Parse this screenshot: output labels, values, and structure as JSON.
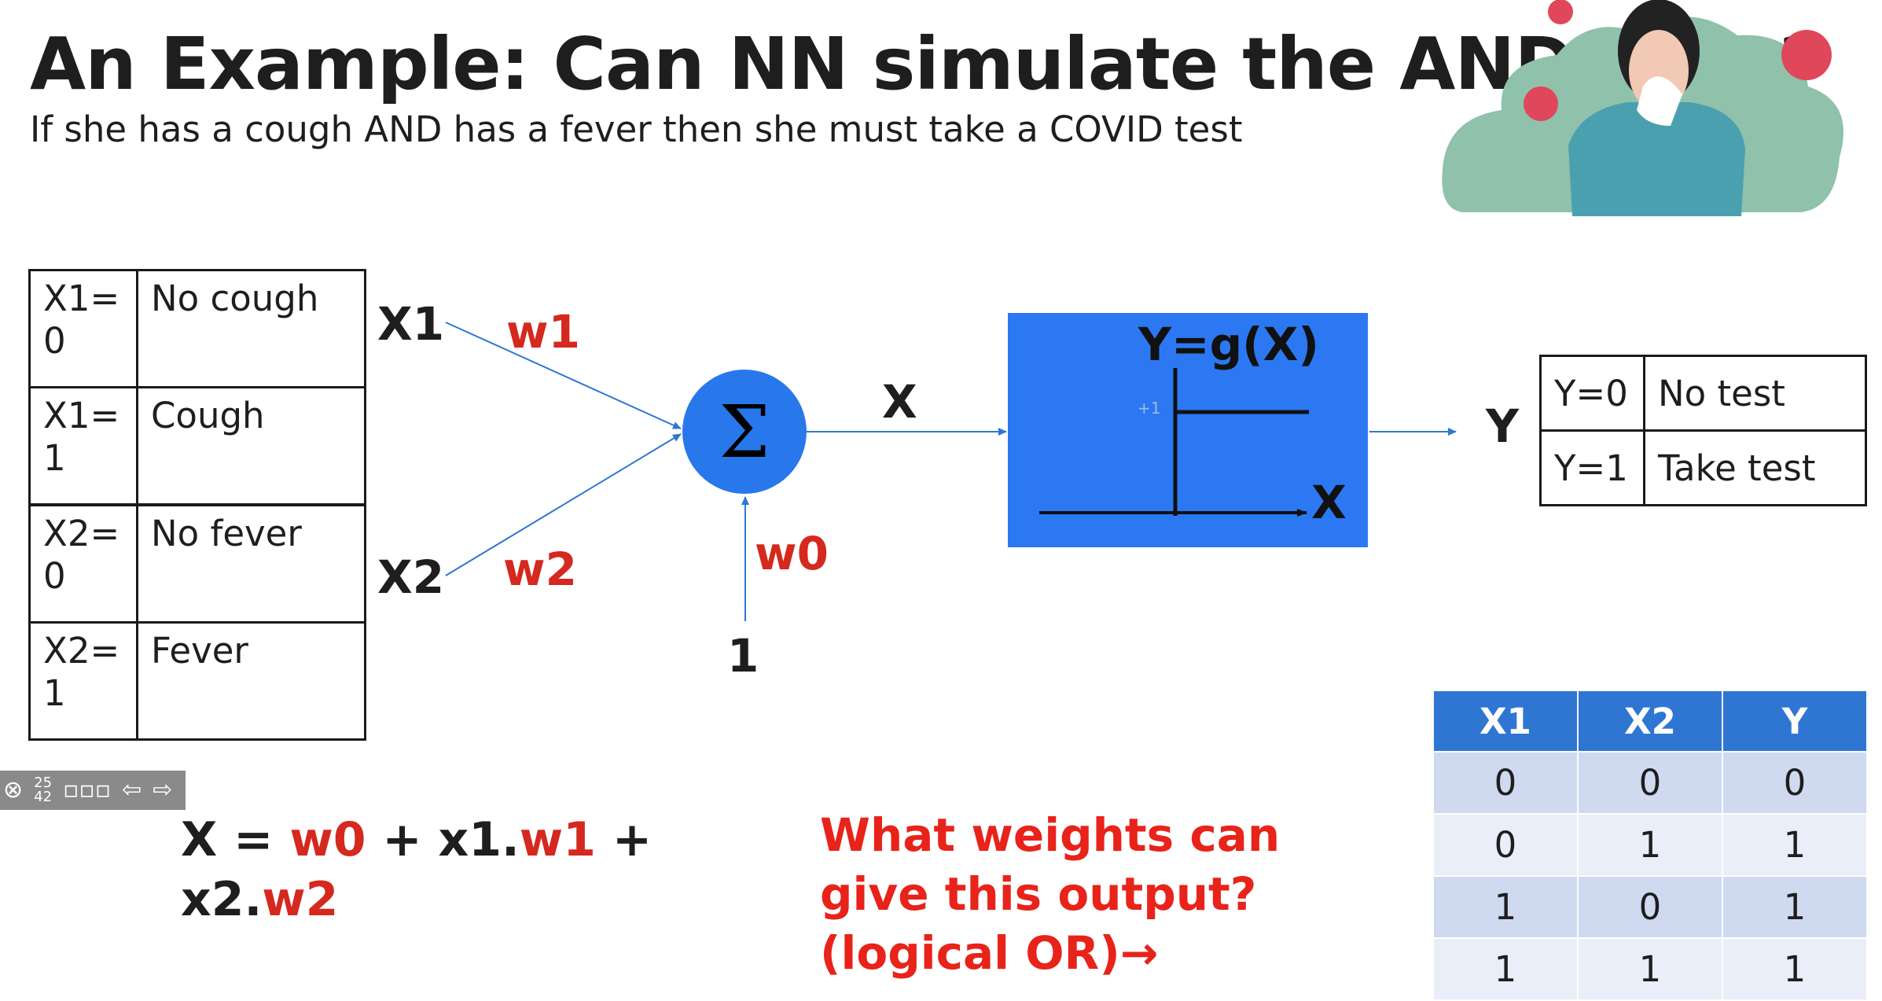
{
  "slide": {
    "title": "An Example: Can NN simulate the AND gate?",
    "subtitle": "If she has a cough AND has a fever then she must take a COVID test"
  },
  "x1_table": [
    {
      "key": "X1=\n0",
      "value": "No cough"
    },
    {
      "key": "X1=\n1",
      "value": "Cough"
    }
  ],
  "x2_table": [
    {
      "key": "X2=\n0",
      "value": "No fever"
    },
    {
      "key": "X2=\n1",
      "value": "Fever"
    }
  ],
  "neuron": {
    "input1": "X1",
    "input2": "X2",
    "weight1": "w1",
    "weight2": "w2",
    "bias_weight": "w0",
    "bias_input": "1",
    "sum_symbol": "Σ",
    "sum_output": "X",
    "activation_title": "Y=g(X)",
    "activation_axis": "X",
    "activation_level": "+1",
    "output": "Y"
  },
  "y_table": [
    {
      "key": "Y=0",
      "value": "No test"
    },
    {
      "key": "Y=1",
      "value": "Take test"
    }
  ],
  "truth_table": {
    "headers": [
      "X1",
      "X2",
      "Y"
    ],
    "rows": [
      [
        "0",
        "0",
        "0"
      ],
      [
        "0",
        "1",
        "1"
      ],
      [
        "1",
        "0",
        "1"
      ],
      [
        "1",
        "1",
        "1"
      ]
    ]
  },
  "equation": {
    "lhs": "X = ",
    "w0": "w0",
    "plus1": " + x1.",
    "w1": "w1",
    "plus2": " +",
    "x2": "x2.",
    "w2": "w2"
  },
  "question": "What weights can give this output? (logical OR)→",
  "toolbar": {
    "page_top": "25",
    "page_bottom": "42"
  },
  "colors": {
    "accent_red": "#d5281e",
    "neuron_blue": "#2878ec",
    "table_header_blue": "#2f76d3"
  }
}
